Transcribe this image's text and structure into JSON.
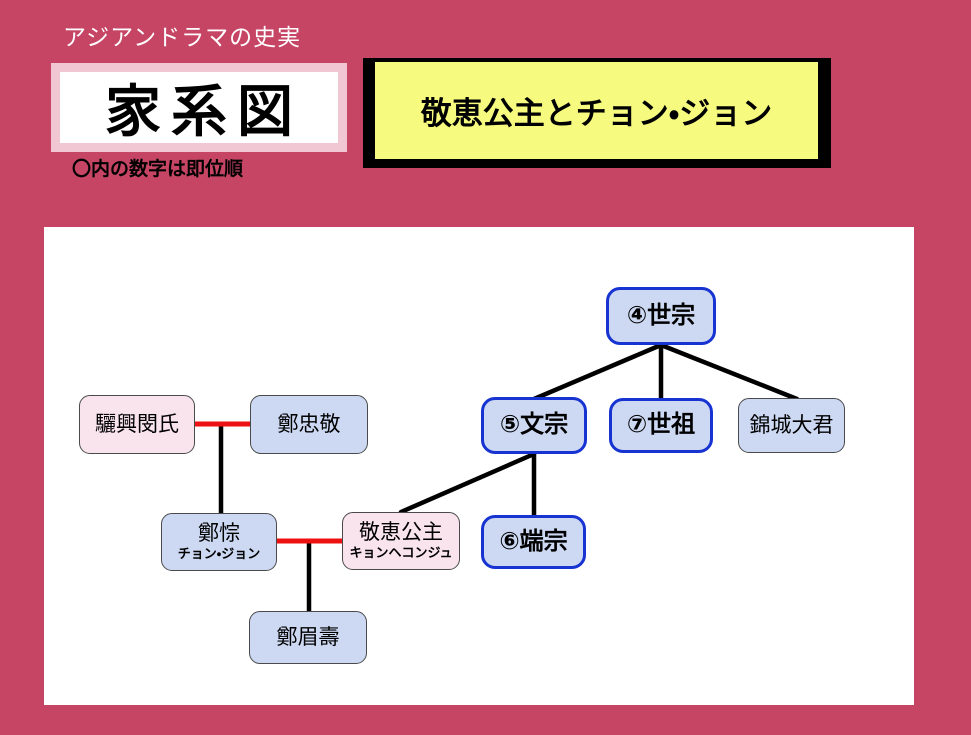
{
  "header": {
    "drama_note": "アジアンドラマの史実",
    "title": "家系図",
    "legend": "〇内の数字は即位順",
    "banner": "敬恵公主とチョン・ジョン"
  },
  "colors": {
    "background": "#c64565",
    "banner_fill": "#f6fa7e",
    "banner_frame": "#000000",
    "title_frame": "#f2c7d4",
    "royal_border": "#1733d1",
    "node_blue_fill": "#cdd9f3",
    "node_pink_fill": "#f9e3ed",
    "marriage_line": "#ee1111",
    "descent_line": "#000000"
  },
  "tree": {
    "nodes": {
      "sejong": {
        "label": "④世宗",
        "style": "royal"
      },
      "min": {
        "label": "驪興閔氏",
        "style": "pink"
      },
      "chunggyeong": {
        "label": "鄭忠敬",
        "style": "blue"
      },
      "munjong": {
        "label": "⑤文宗",
        "style": "royal"
      },
      "sejo": {
        "label": "⑦世祖",
        "style": "royal"
      },
      "geumseong": {
        "label": "錦城大君",
        "style": "blue"
      },
      "jong": {
        "label": "鄭悰",
        "subtitle": "チョン・ジョン",
        "style": "blue"
      },
      "gyeonghye": {
        "label": "敬恵公主",
        "subtitle": "キョンヘコンジュ",
        "style": "pink"
      },
      "danjong": {
        "label": "⑥端宗",
        "style": "royal"
      },
      "misu": {
        "label": "鄭眉壽",
        "style": "blue"
      }
    },
    "edges": [
      {
        "type": "parent-child",
        "from": "sejong",
        "to": "munjong"
      },
      {
        "type": "parent-child",
        "from": "sejong",
        "to": "sejo"
      },
      {
        "type": "parent-child",
        "from": "sejong",
        "to": "geumseong"
      },
      {
        "type": "parent-child",
        "from": "munjong",
        "to": "gyeonghye"
      },
      {
        "type": "parent-child",
        "from": "munjong",
        "to": "danjong"
      },
      {
        "type": "marriage",
        "between": [
          "min",
          "chunggyeong"
        ]
      },
      {
        "type": "parent-child",
        "from": "min+chunggyeong",
        "to": "jong"
      },
      {
        "type": "marriage",
        "between": [
          "jong",
          "gyeonghye"
        ]
      },
      {
        "type": "parent-child",
        "from": "jong+gyeonghye",
        "to": "misu"
      }
    ]
  }
}
